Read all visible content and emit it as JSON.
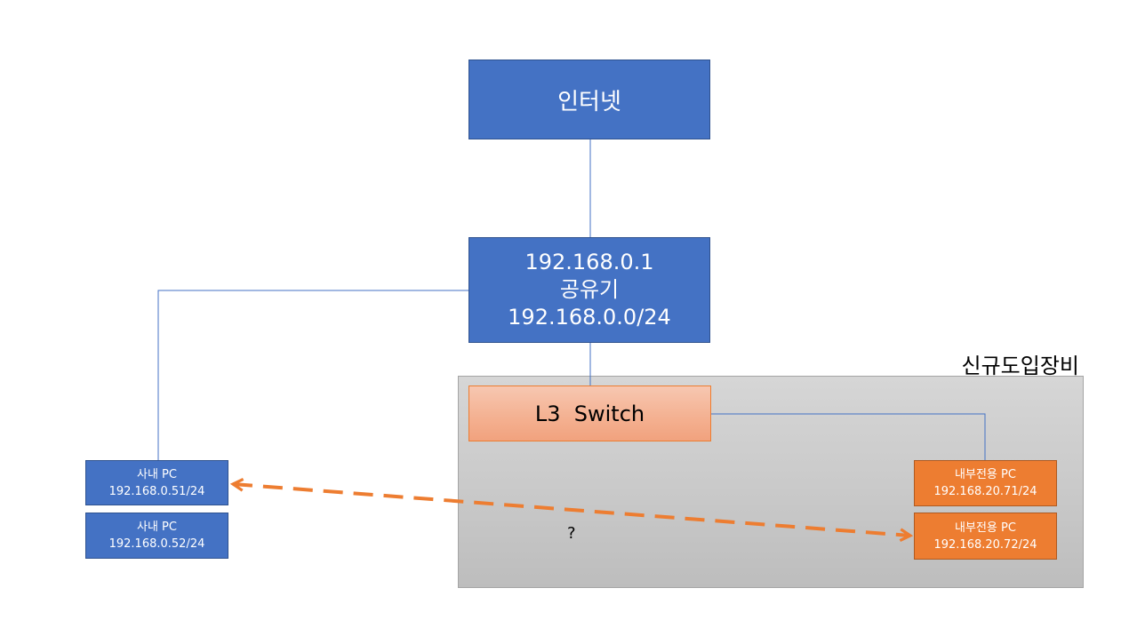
{
  "nodes": {
    "internet": {
      "label": "인터넷"
    },
    "router": {
      "ip": "192.168.0.1",
      "name": "공유기",
      "network": "192.168.0.0/24"
    },
    "switch": {
      "label": "L3  Switch"
    },
    "office_pc_1": {
      "name": "사내 PC",
      "ip": "192.168.0.51/24"
    },
    "office_pc_2": {
      "name": "사내 PC",
      "ip": "192.168.0.52/24"
    },
    "internal_pc_1": {
      "name": "내부전용 PC",
      "ip": "192.168.20.71/24"
    },
    "internal_pc_2": {
      "name": "내부전용 PC",
      "ip": "192.168.20.72/24"
    }
  },
  "group": {
    "label": "신규도입장비"
  },
  "connection_question": "?",
  "colors": {
    "blue_box": "#4472c4",
    "orange_box": "#ed7d31",
    "link_line": "#4472c4",
    "dashed_arrow": "#ed7d31",
    "group_fill": "#c9c9c9"
  }
}
